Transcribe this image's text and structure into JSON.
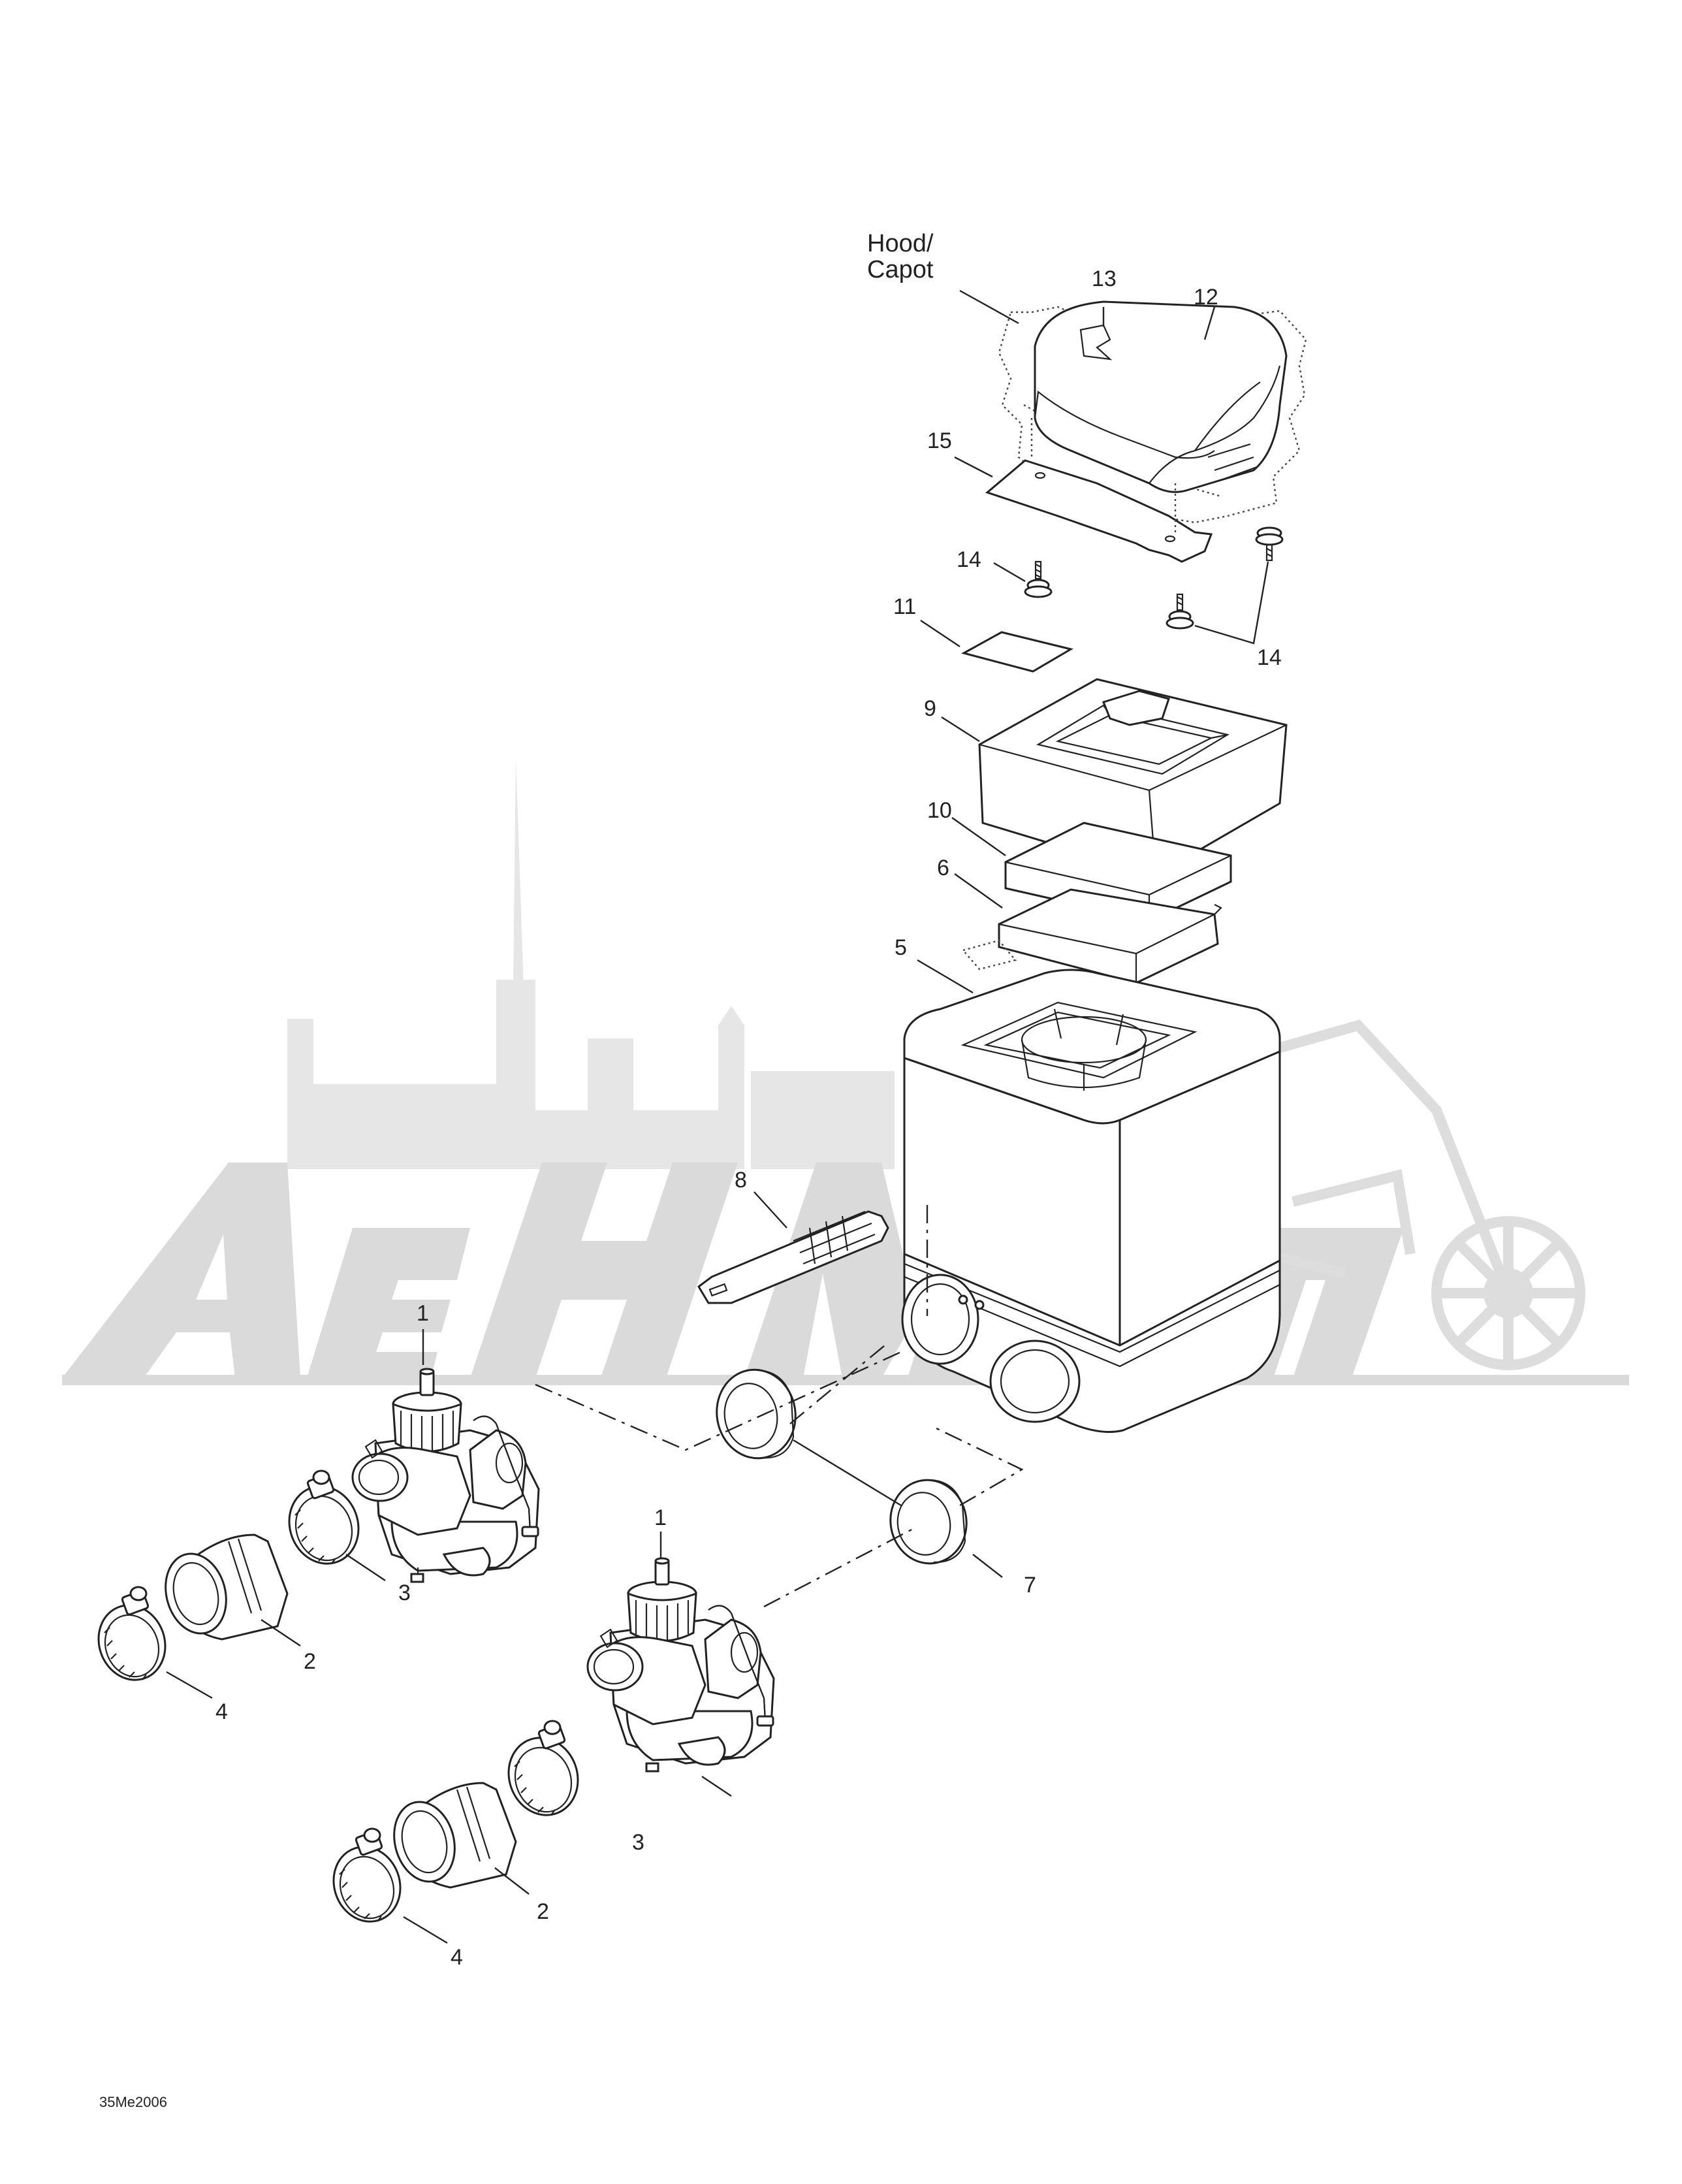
{
  "diagram": {
    "hood_label_line1": "Hood/",
    "hood_label_line2": "Capot",
    "figure_code": "35Me2006",
    "callouts": {
      "c13": "13",
      "c12": "12",
      "c15": "15",
      "c14a": "14",
      "c14b": "14",
      "c11": "11",
      "c9": "9",
      "c10": "10",
      "c6": "6",
      "c5": "5",
      "c8": "8",
      "c1a": "1",
      "c1b": "1",
      "c7": "7",
      "c3a": "3",
      "c3b": "3",
      "c2a": "2",
      "c2b": "2",
      "c4a": "4",
      "c4b": "4"
    }
  },
  "watermark": {
    "color": "#e0e0e0"
  }
}
